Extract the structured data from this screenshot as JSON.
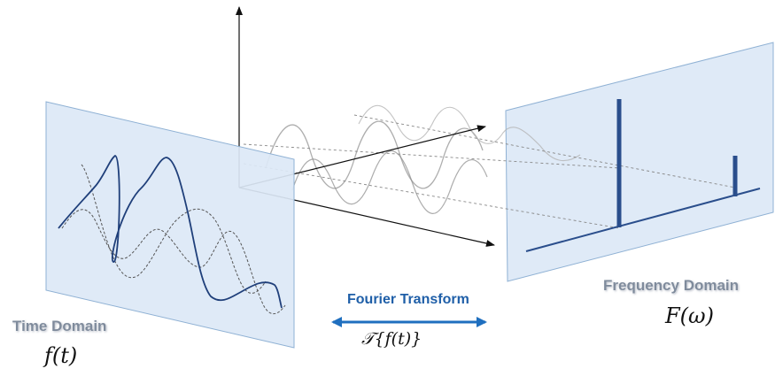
{
  "labels": {
    "time_domain": "Time Domain",
    "time_function": "f(t)",
    "frequency_domain": "Frequency Domain",
    "frequency_function": "F(ω)",
    "transform_name": "Fourier Transform",
    "transform_notation": "𝒯{f(t)}"
  },
  "colors": {
    "panel_fill": "#dce8f6",
    "panel_stroke": "#8fb1d4",
    "main_curve": "#1f3f7a",
    "spike": "#2a4e8c",
    "arrow": "#1f6fbf",
    "axis": "#111111",
    "wave": "#9a9a9a"
  },
  "icons": {
    "transform_arrow": "double-headed-arrow-icon"
  }
}
